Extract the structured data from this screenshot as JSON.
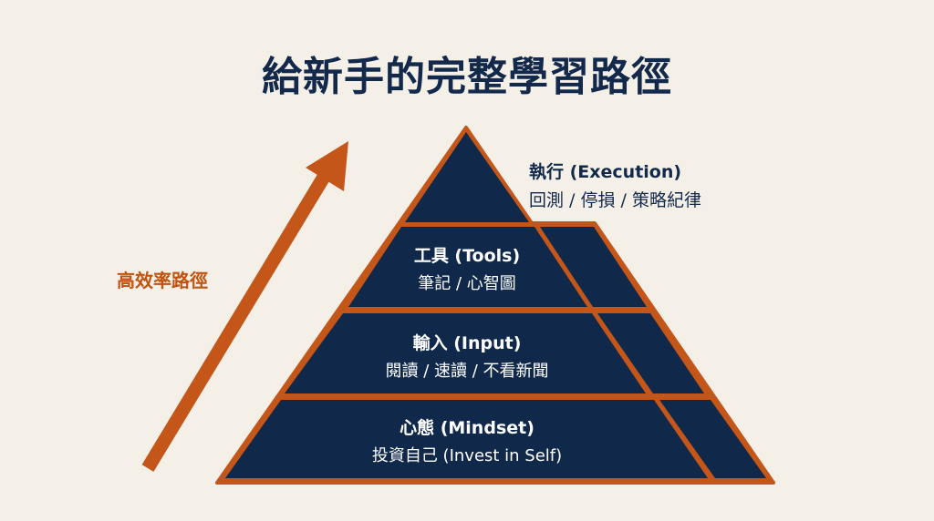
{
  "title": "給新手的完整學習路徑",
  "arrow_label": "高效率路徑",
  "colors": {
    "navy": "#10294a",
    "orange": "#c4561a",
    "background": "#f4f0e7"
  },
  "tiers": [
    {
      "heading": "執行 (Execution)",
      "detail": "回測 / 停損 / 策略紀律"
    },
    {
      "heading": "工具 (Tools)",
      "detail": "筆記 / 心智圖"
    },
    {
      "heading": "輸入 (Input)",
      "detail": "閱讀 / 速讀 / 不看新聞"
    },
    {
      "heading": "心態 (Mindset)",
      "detail": "投資自己 (Invest in Self)"
    }
  ]
}
